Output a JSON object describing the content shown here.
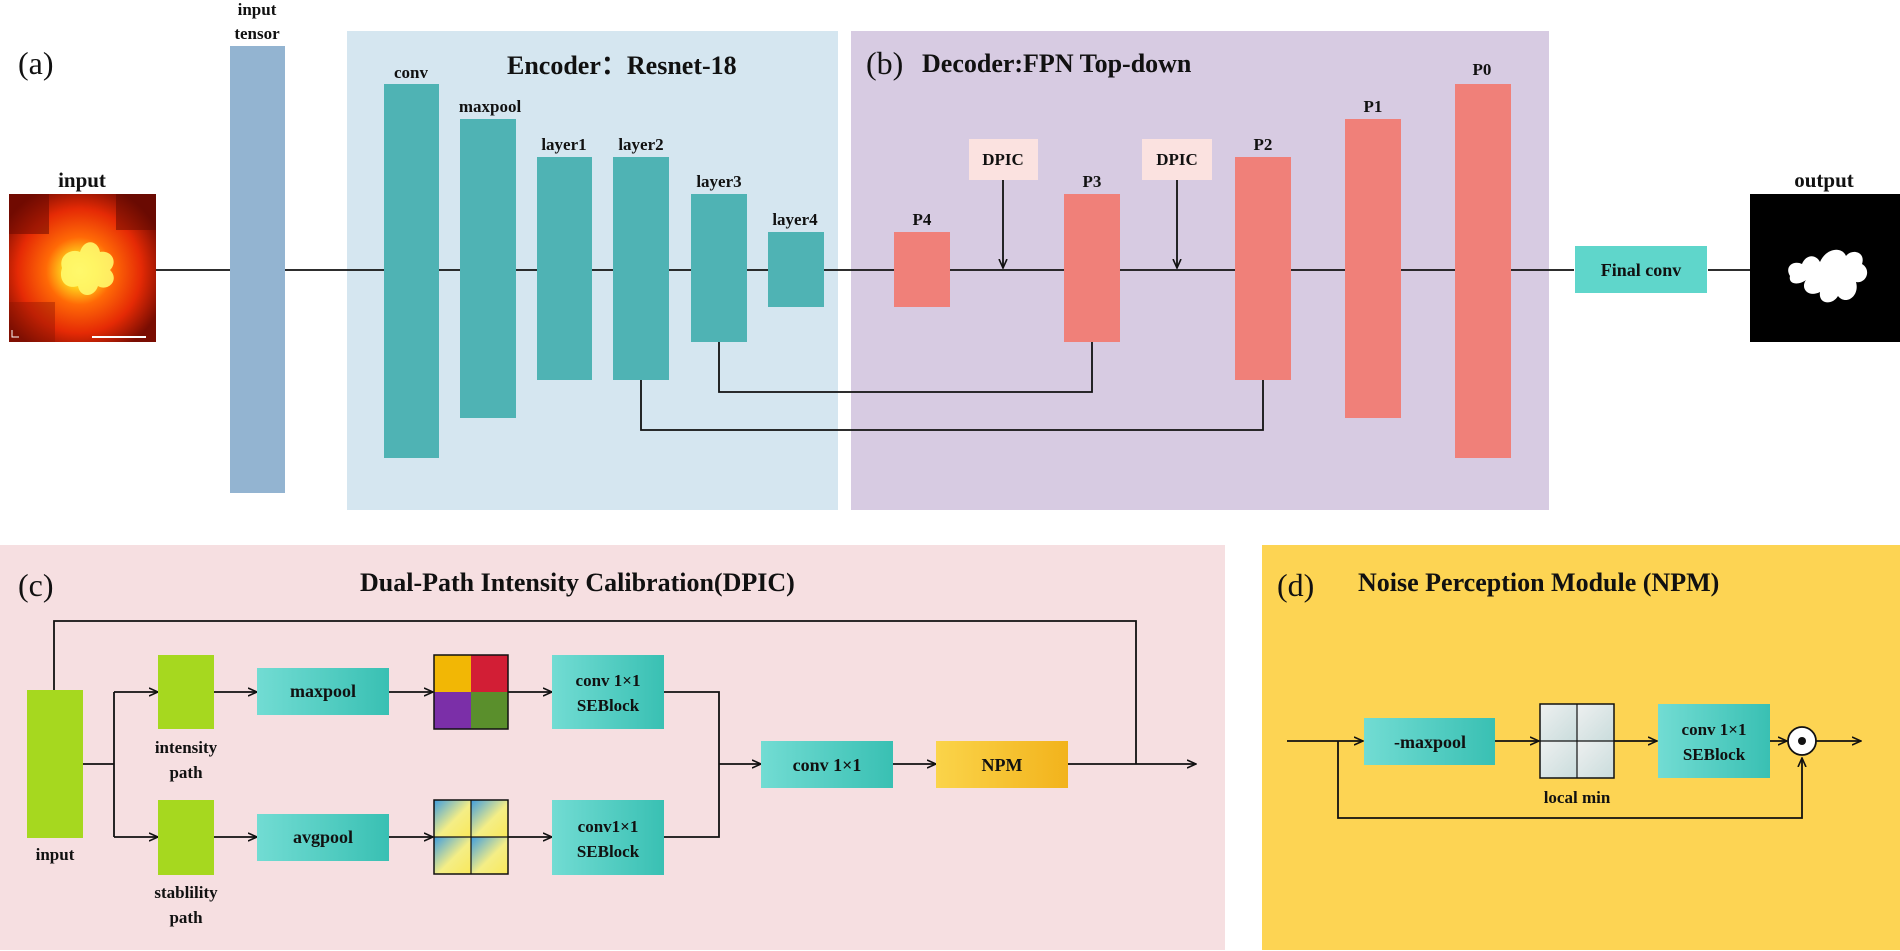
{
  "colors": {
    "encoder_bg": "#d5e6f0",
    "decoder_bg": "#d7cbe2",
    "dpic_bg": "#f6dfe1",
    "npm_bg": "#fdd453",
    "input_tensor": "#93b4d1",
    "teal": "#4fb3b4",
    "salmon": "#f08079",
    "green": "#a6d81f",
    "box_teal": "#5fd6cb",
    "npm_box": "#f7c228",
    "dpic_label_bg": "#fbe2e0"
  },
  "panel_a": {
    "tag": "(a)",
    "input_label": "input",
    "input_tensor_label_1": "input",
    "input_tensor_label_2": "tensor",
    "encoder_title": "Encoder：Resnet-18",
    "encoder_blocks": [
      "conv",
      "maxpool",
      "layer1",
      "layer2",
      "layer3",
      "layer4"
    ],
    "output_label": "output",
    "final_conv": "Final conv"
  },
  "panel_b": {
    "tag": "(b)",
    "decoder_title": "Decoder:FPN Top-down",
    "decoder_blocks": [
      "P4",
      "P3",
      "P2",
      "P1",
      "P0"
    ],
    "dpic_tags": [
      "DPIC",
      "DPIC"
    ]
  },
  "panel_c": {
    "tag": "(c)",
    "title": "Dual-Path Intensity Calibration(DPIC)",
    "input_label": "input",
    "intensity_path_1": "intensity",
    "intensity_path_2": "path",
    "stability_path_1": "stablility",
    "stability_path_2": "path",
    "maxpool": "maxpool",
    "avgpool": "avgpool",
    "se_top_1": "conv 1×1",
    "se_top_2": "SEBlock",
    "se_bot_1": "conv1×1",
    "se_bot_2": "SEBlock",
    "conv11": "conv 1×1",
    "npm": "NPM"
  },
  "panel_d": {
    "tag": "(d)",
    "title": "Noise Perception Module (NPM)",
    "neg_maxpool": "-maxpool",
    "local_min": "local min",
    "se_1": "conv 1×1",
    "se_2": "SEBlock"
  }
}
